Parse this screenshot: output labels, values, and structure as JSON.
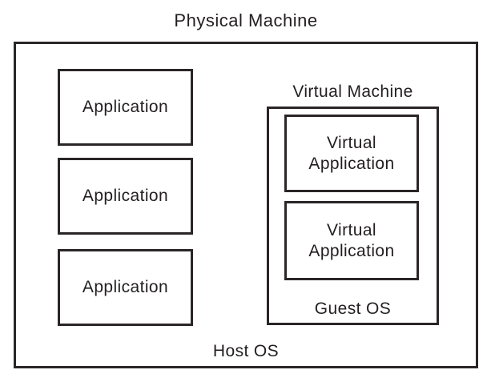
{
  "diagram": {
    "title": "Physical Machine",
    "host_os_label": "Host OS",
    "application_boxes": [
      {
        "label": "Application"
      },
      {
        "label": "Application"
      },
      {
        "label": "Application"
      }
    ],
    "virtual_machine": {
      "label": "Virtual Machine",
      "guest_os_label": "Guest OS",
      "virtual_application_boxes": [
        {
          "label": "Virtual Application"
        },
        {
          "label": "Virtual Application"
        }
      ]
    },
    "colors": {
      "line": "#2a2526",
      "text": "#231f20",
      "background": "#ffffff"
    }
  }
}
